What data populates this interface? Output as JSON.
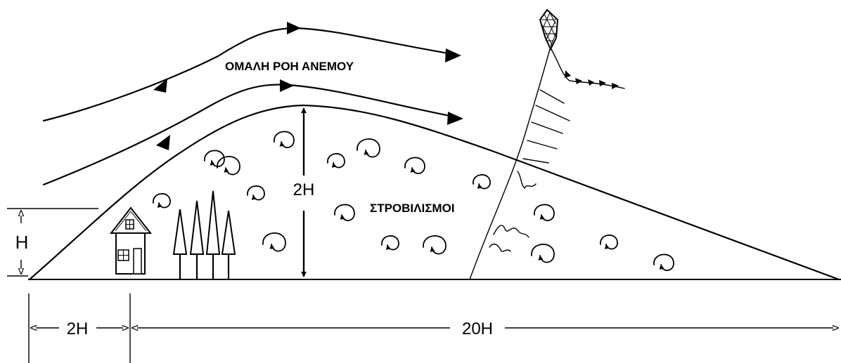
{
  "labels": {
    "smooth_flow": "ΟΜΑΛΗ ΡΟΗ ΑΝΕΜΟΥ",
    "turbulence": "ΣΤΡΟΒΙΛΙΣΜΟΙ",
    "hill_height": "2H",
    "obstacle_height": "H",
    "upwind_distance": "2H",
    "downwind_distance": "20H"
  }
}
